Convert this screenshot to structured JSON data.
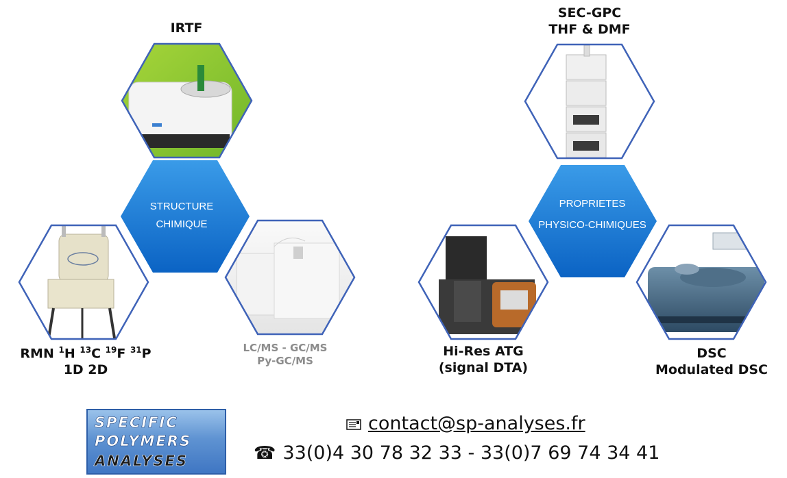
{
  "labels": {
    "irtf": "IRTF",
    "sec_gpc_line1": "SEC-GPC",
    "sec_gpc_line2": "THF & DMF",
    "rmn_prefix": "RMN ",
    "rmn_iso1": "1",
    "rmn_el1": "H ",
    "rmn_iso2": "13",
    "rmn_el2": "C ",
    "rmn_iso3": "19",
    "rmn_el3": "F ",
    "rmn_iso4": "31",
    "rmn_el4": "P",
    "rmn_line2": "1D 2D",
    "lcms_line1": "LC/MS - GC/MS",
    "lcms_line2": "Py-GC/MS",
    "atg_line1": "Hi-Res ATG",
    "atg_line2": "(signal DTA)",
    "dsc_line1": "DSC",
    "dsc_line2": "Modulated DSC"
  },
  "centers": {
    "left_line1": "STRUCTURE",
    "left_line2": "CHIMIQUE",
    "right_line1": "PROPRIETES",
    "right_line2": "PHYSICO-CHIMIQUES"
  },
  "logo": {
    "line1": "SPECIFIC",
    "line2": "POLYMERS",
    "line3": "ANALYSES"
  },
  "contact": {
    "email": "contact@sp-analyses.fr",
    "phone": "33(0)4 30 78 32 33 - 33(0)7 69 74 34 41"
  },
  "colors": {
    "hex_border": "#3f63b8",
    "center_blue": "#1273cf",
    "center_blue_light": "#3a9be8"
  },
  "icons": {
    "email": "envelope-icon",
    "phone": "telephone-icon"
  }
}
